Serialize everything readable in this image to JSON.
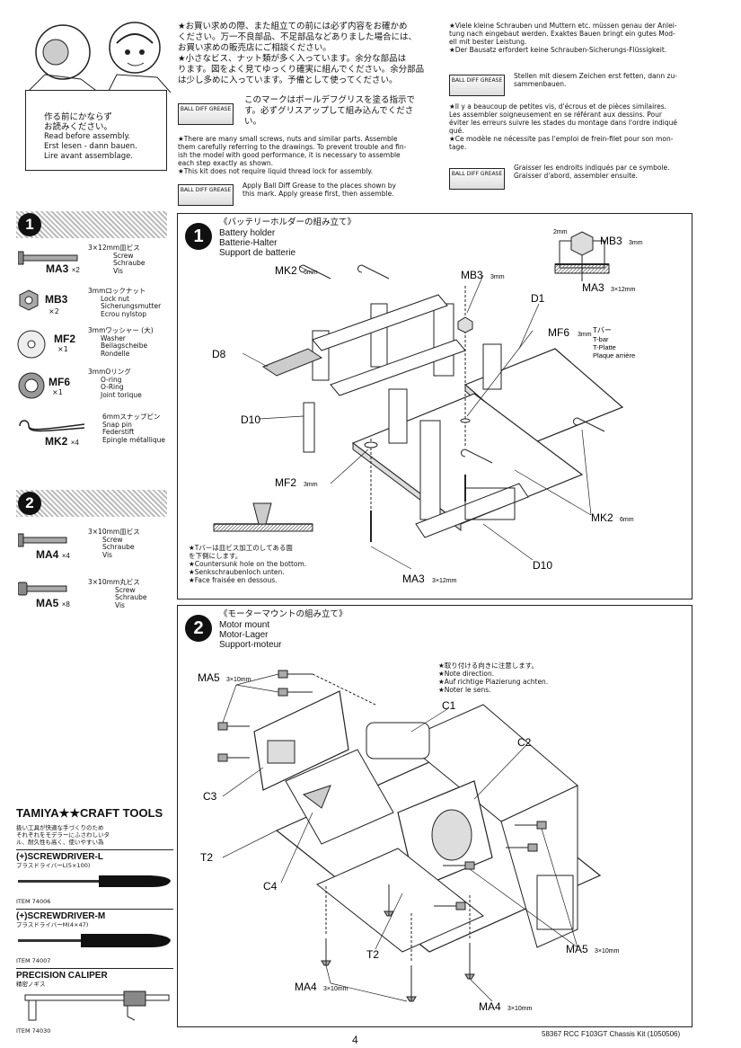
{
  "header": {
    "sign_jp": "作る前にかならず\nお読みください。",
    "sign_lines": [
      "Read before assembly.",
      "Erst lesen - dann bauen.",
      "Lire avant assemblage."
    ],
    "jp_notes": [
      "★お買い求めの際、また組立ての前には必ず内容をお確かめ",
      "ください。万一不良部品、不足部品などありました場合には、",
      "お買い求めの販売店にご相談ください。",
      "★小さなビス、ナット類が多く入っています。余分な部品は",
      "ります。図をよく見てゆっくり確実に組んでください。余分部品",
      "は少し多めに入っています。予備として使ってください。"
    ],
    "grease_jp": [
      "このマークはボールデフグリスを塗る指示で",
      "す。必ずグリスアップして組み込んでくださ",
      "い。"
    ],
    "en_notes": [
      "★There are many small screws, nuts and similar parts. Assemble",
      "them carefully referring to the drawings. To prevent trouble and fin-",
      "ish the model with good performance, it is necessary to assemble",
      "each step exactly as shown.",
      "★This kit does not require liquid thread lock for assembly."
    ],
    "grease_en": [
      "Apply Ball Diff Grease to the places shown by",
      "this mark. Apply grease first, then assemble."
    ],
    "de_notes": [
      "★Viele kleine Schrauben und Muttern etc. müssen genau der Anlei-",
      "tung nach eingebaut werden. Exaktes Bauen bringt ein gutes Mod-",
      "ell mit bester Leistung.",
      "★Der Bausatz erfordert keine Schrauben-Sicherungs-Flüssigkeit."
    ],
    "grease_de": [
      "Stellen mit diesem Zeichen erst fetten, dann zu-",
      "sammenbauen."
    ],
    "fr_notes": [
      "★Il y a beaucoup de petites vis, d'écrous et de pièces similaires.",
      "Les assembler soigneusement en se référant aux dessins. Pour",
      "éviter les erreurs suivre les stades du montage dans l'ordre indiqué",
      "qué.",
      "★Ce modèle ne nécessite pas l'emploi de frein-filet pour son mon-",
      "tage."
    ],
    "grease_fr": [
      "Graisser les endroits indiqués par ce symbole.",
      "Graisser d'abord, assembler ensuite."
    ],
    "grease_label": "BALL DIFF GREASE"
  },
  "step1": {
    "number": "1",
    "title_jp": "《バッテリーホルダーの組み立て》",
    "title_lines": [
      "Battery holder",
      "Batterie-Halter",
      "Support de batterie"
    ],
    "parts": [
      {
        "code": "MA3",
        "qty": "×2",
        "jp": "3×12mm皿ビス",
        "lines": [
          "Screw",
          "Schraube",
          "Vis"
        ]
      },
      {
        "code": "MB3",
        "qty": "×2",
        "jp": "3mmロックナット",
        "lines": [
          "Lock nut",
          "Sicherungsmutter",
          "Ecrou nylstop"
        ]
      },
      {
        "code": "MF2",
        "qty": "×1",
        "jp": "3mmワッシャー (大)",
        "lines": [
          "Washer",
          "Beilagscheibe",
          "Rondelle"
        ]
      },
      {
        "code": "MF6",
        "qty": "×1",
        "jp": "3mmOリング",
        "lines": [
          "O-ring",
          "O-Ring",
          "Joint torique"
        ]
      },
      {
        "code": "MK2",
        "qty": "×4",
        "jp": "6mmスナップピン",
        "lines": [
          "Snap pin",
          "Federstift",
          "Epingle métallique"
        ]
      }
    ],
    "labels": {
      "mk2_6": "MK2",
      "mk2_6_size": "6mm",
      "mb3": "MB3",
      "mb3_size": "3mm",
      "d1": "D1",
      "d8": "D8",
      "d10a": "D10",
      "d10b": "D10",
      "mf6": "MF6",
      "mf6_size": "3mm",
      "mf2": "MF2",
      "mf2_size": "3mm",
      "mk2_b": "MK2",
      "mk2_b_size": "6mm",
      "ma3": "MA3",
      "ma3_size": "3×12mm",
      "inset_2mm": "2mm",
      "inset_mb3": "MB3",
      "inset_mb3_size": "3mm",
      "inset_ma3": "MA3",
      "inset_ma3_size": "3×12mm",
      "tbar_jp": "Tバー",
      "tbar_lines": [
        "T-bar",
        "T-Platte",
        "Plaque arrière"
      ]
    },
    "note": [
      "★Tバーは皿ビス加工のしてある面",
      "を下側にします。",
      "★Countersunk hole on the bottom.",
      "★Senkschraubenloch unten.",
      "★Face fraisée en dessous."
    ]
  },
  "step2": {
    "number": "2",
    "title_jp": "《モーターマウントの組み立て》",
    "title_lines": [
      "Motor mount",
      "Motor-Lager",
      "Support-moteur"
    ],
    "parts": [
      {
        "code": "MA4",
        "qty": "×4",
        "jp": "3×10mm皿ビス",
        "lines": [
          "Screw",
          "Schraube",
          "Vis"
        ]
      },
      {
        "code": "MA5",
        "qty": "×8",
        "jp": "3×10mm丸ビス",
        "lines": [
          "Screw",
          "Schraube",
          "Vis"
        ]
      }
    ],
    "labels": {
      "ma5_a": "MA5",
      "ma5_a_size": "3×10mm",
      "c1": "C1",
      "c2": "C2",
      "c3": "C3",
      "c4": "C4",
      "t2_a": "T2",
      "t2_b": "T2",
      "ma5_b": "MA5",
      "ma5_b_size": "3×10mm",
      "ma4_a": "MA4",
      "ma4_a_size": "3×10mm",
      "ma4_b": "MA4",
      "ma4_b_size": "3×10mm"
    },
    "note": [
      "★取り付ける向きに注意します。",
      "★Note direction.",
      "★Auf richtige Plazierung achten.",
      "★Noter le sens."
    ]
  },
  "tools": {
    "brand": "TAMIYA★★CRAFT TOOLS",
    "tagline": [
      "扱い工具が快適な手づくりのため",
      "それぞれをモデラーにふさわしいタ",
      "ル、耐久性も高く、使いやすい為"
    ],
    "items": [
      {
        "name": "(+)SCREWDRIVER-L",
        "jp": "プラスドライバーL(5×100)",
        "item": "ITEM 74006"
      },
      {
        "name": "(+)SCREWDRIVER-M",
        "jp": "プラスドライバーM(4×47)",
        "item": "ITEM 74007"
      },
      {
        "name": "PRECISION CALIPER",
        "jp": "精密ノギス",
        "item": "ITEM 74030"
      }
    ]
  },
  "footer": {
    "page": "4",
    "kit": "58367 RCC F103GT Chassis Kit (1050506)"
  }
}
